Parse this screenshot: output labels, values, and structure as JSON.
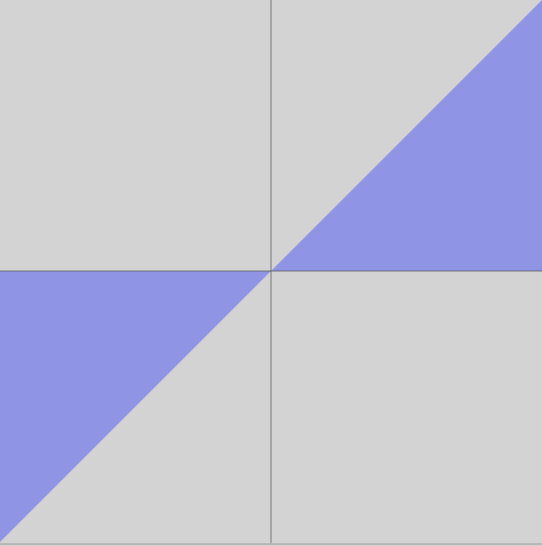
{
  "colors": {
    "background": "#d3d3d3",
    "fill": "#9094e4",
    "axis": "#555555"
  },
  "figure": {
    "x_range": [
      -1,
      1
    ],
    "y_range": [
      -1,
      1
    ],
    "shaded_regions": [
      {
        "name": "first-quadrant-lower-triangle",
        "vertices": [
          [
            0,
            0
          ],
          [
            1,
            0
          ],
          [
            1,
            1
          ]
        ]
      },
      {
        "name": "third-quadrant-upper-triangle",
        "vertices": [
          [
            0,
            0
          ],
          [
            -1,
            0
          ],
          [
            -1,
            -1
          ]
        ]
      }
    ]
  }
}
